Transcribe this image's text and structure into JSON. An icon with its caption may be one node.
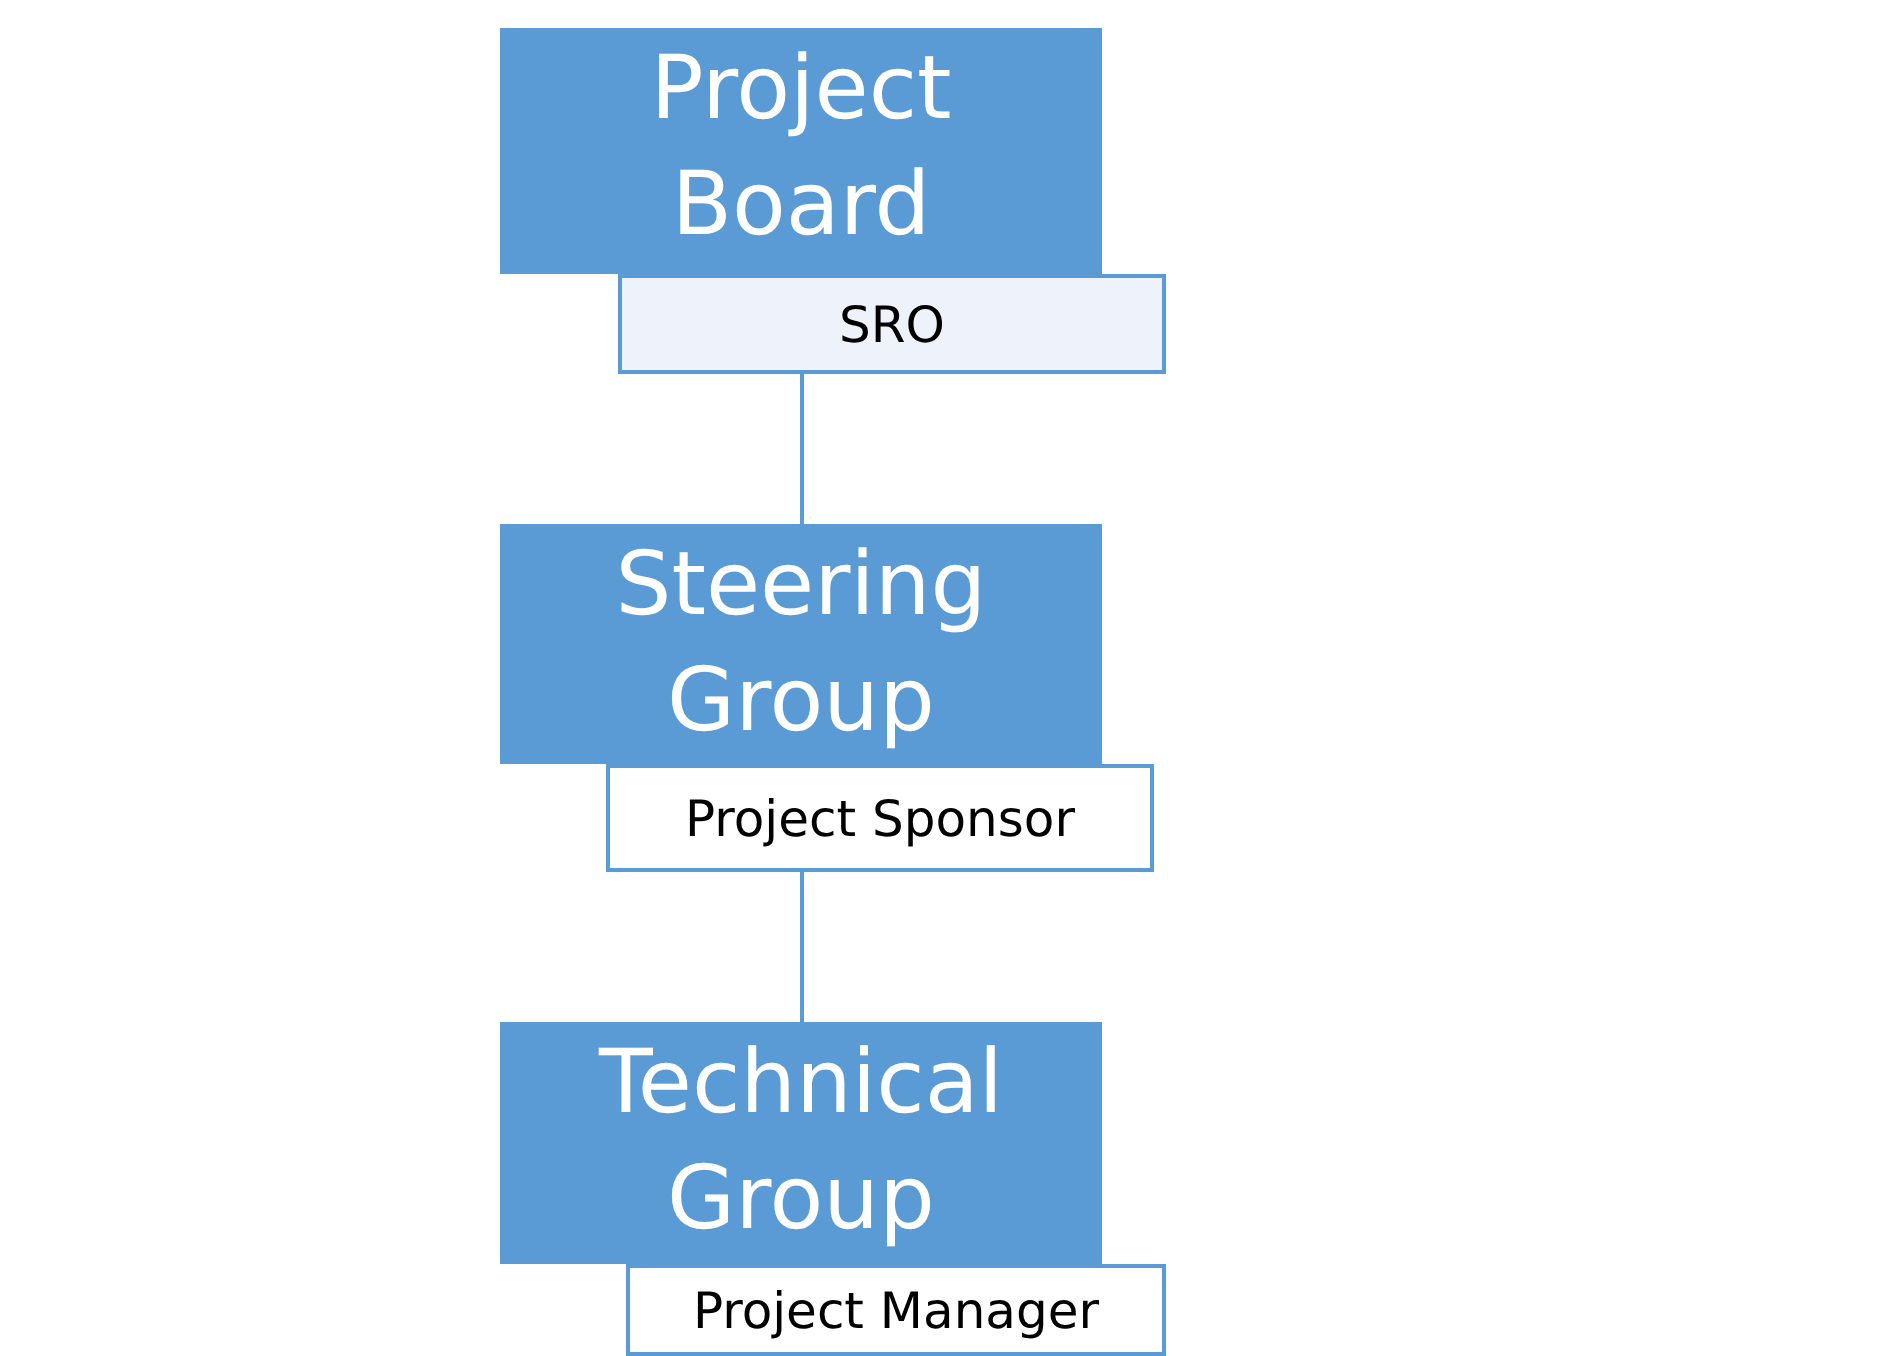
{
  "diagram": {
    "nodes": [
      {
        "text": [
          "Project Board"
        ]
      },
      {
        "text": [
          "SRO"
        ]
      },
      {
        "text": [
          "Steering Group"
        ]
      },
      {
        "text": [
          "Project Sponsor"
        ]
      },
      {
        "text": [
          "Technical Group"
        ]
      },
      {
        "text": [
          "Project Manager"
        ]
      }
    ],
    "edges": [
      {
        "from": 1,
        "to": 2,
        "arrow": "none"
      },
      {
        "from": 3,
        "to": 4,
        "arrow": "none"
      }
    ]
  }
}
